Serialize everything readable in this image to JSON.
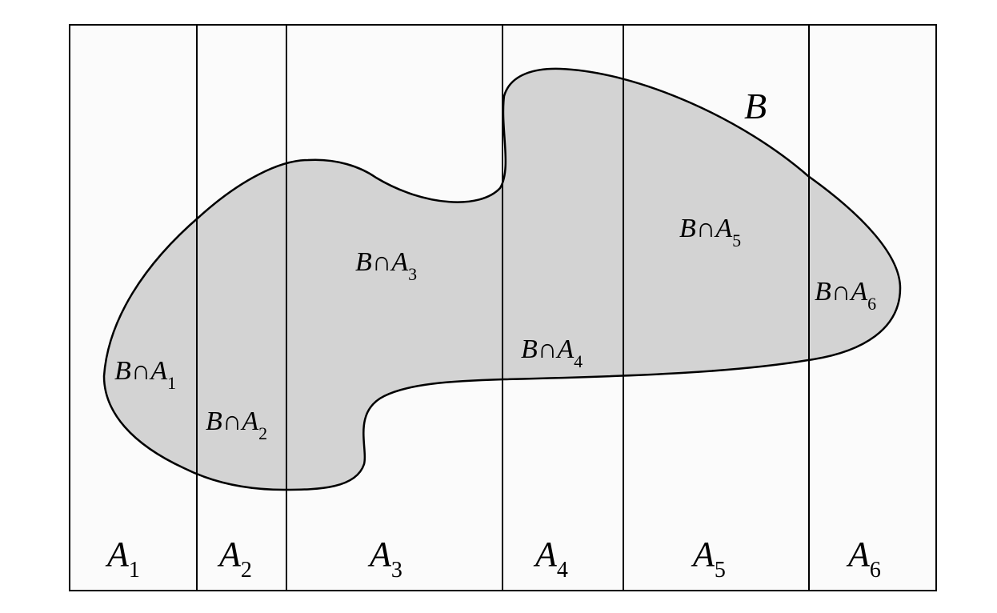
{
  "set_label": "B",
  "partition_letter": "A",
  "intersection_prefix": "B∩A",
  "partitions": [
    {
      "name": "A1",
      "subscript": "1"
    },
    {
      "name": "A2",
      "subscript": "2"
    },
    {
      "name": "A3",
      "subscript": "3"
    },
    {
      "name": "A4",
      "subscript": "4"
    },
    {
      "name": "A5",
      "subscript": "5"
    },
    {
      "name": "A6",
      "subscript": "6"
    }
  ],
  "intersections": [
    {
      "subscript": "1"
    },
    {
      "subscript": "2"
    },
    {
      "subscript": "3"
    },
    {
      "subscript": "4"
    },
    {
      "subscript": "5"
    },
    {
      "subscript": "6"
    }
  ],
  "colors": {
    "background": "#fbfbfb",
    "set_fill": "#d3d3d3",
    "stroke": "#000000"
  }
}
